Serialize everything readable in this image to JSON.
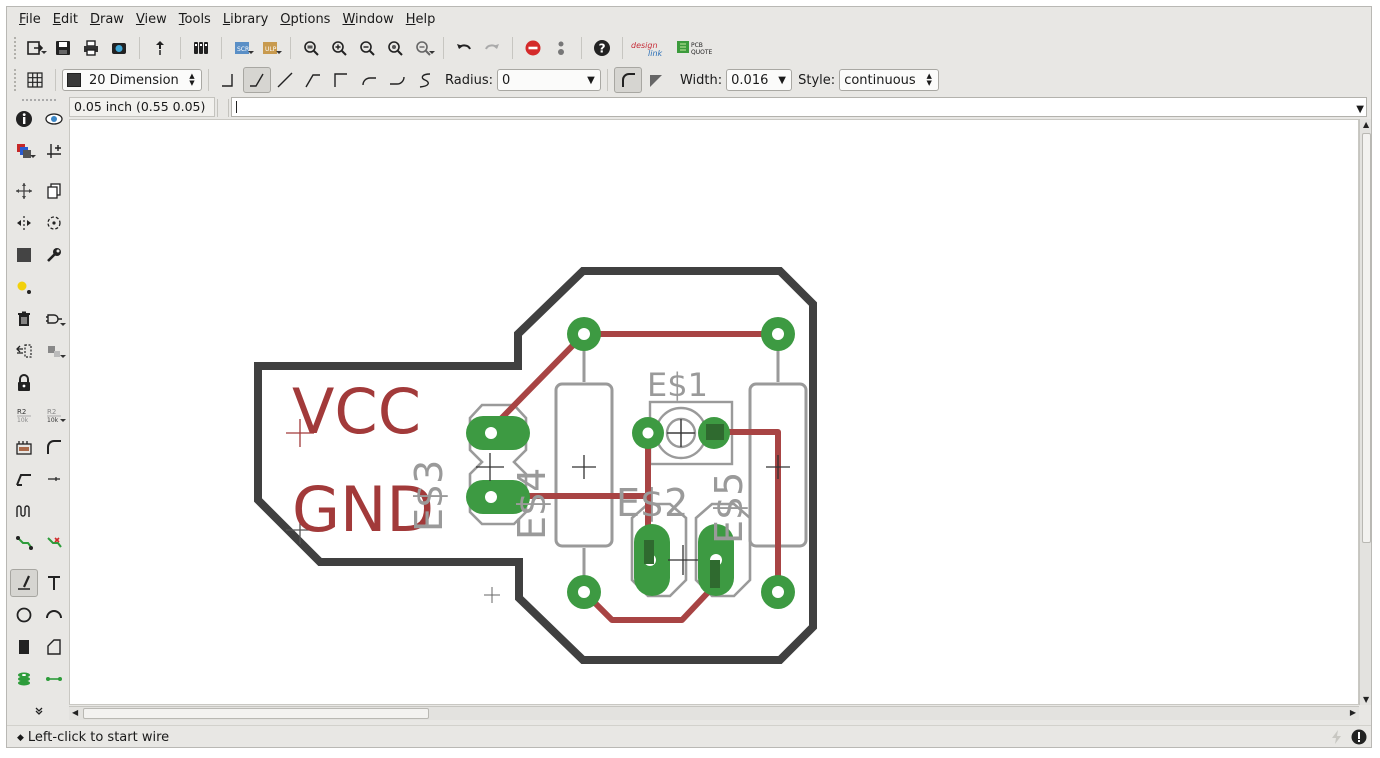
{
  "menu": [
    "File",
    "Edit",
    "Draw",
    "View",
    "Tools",
    "Library",
    "Options",
    "Window",
    "Help"
  ],
  "toolbar2": {
    "layer_value": "20 Dimension",
    "layer_color": "#3a3a3a",
    "radius_label": "Radius:",
    "radius_value": "0",
    "width_label": "Width:",
    "width_value": "0.016",
    "style_label": "Style:",
    "style_value": "continuous"
  },
  "coord_readout": "0.05 inch (0.55 0.05)",
  "command_line": "",
  "status_text": "Left-click to start wire",
  "colors": {
    "board_outline": "#404040",
    "copper_pad": "#3d9a42",
    "trace": "#a84444",
    "silkscreen": "#9a9a9a",
    "label": "#a23a3a"
  },
  "board": {
    "vcc_label": "VCC",
    "gnd_label": "GND",
    "es1": "E$1",
    "es2": "E$2",
    "es3": "E$3",
    "es4": "E$4",
    "es5": "E$5"
  },
  "icons": {
    "toolbar1": [
      "open-icon",
      "save-icon",
      "print-icon",
      "cam-icon",
      "export-icon",
      "schematic-board-icon",
      "script-icon",
      "run-ulp-icon",
      "zoom-fit-icon",
      "zoom-in-icon",
      "zoom-out-icon",
      "zoom-redraw-icon",
      "zoom-select-icon",
      "undo-icon",
      "redo-icon",
      "stop-icon",
      "go-icon",
      "help-icon",
      "designlink-icon",
      "pcb-quote-icon"
    ]
  }
}
